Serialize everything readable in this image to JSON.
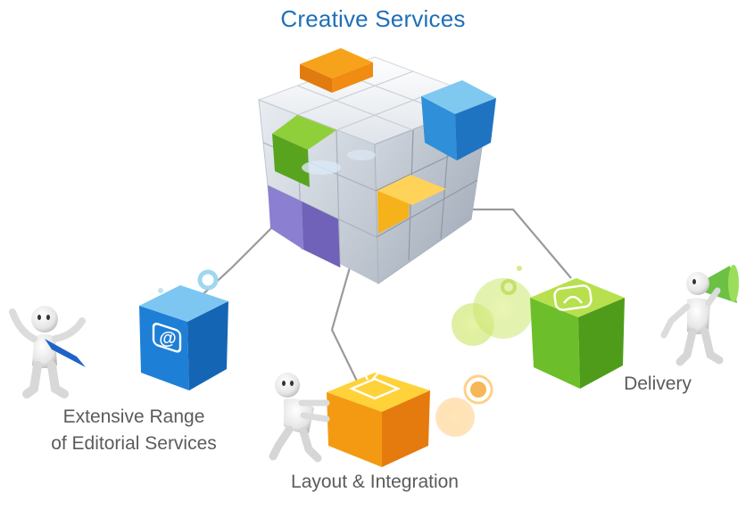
{
  "title": "Creative Services",
  "nodes": [
    {
      "id": "editorial",
      "lines": [
        "Extensive Range",
        "of Editorial Services"
      ],
      "icon": "at-sign-icon",
      "color": "#1e7fd6"
    },
    {
      "id": "layout",
      "lines": [
        "Layout & Integration"
      ],
      "icon": "tv-icon",
      "color": "#f39a12"
    },
    {
      "id": "delivery",
      "lines": [
        "Delivery"
      ],
      "icon": "phone-icon",
      "color": "#6cbf2a"
    }
  ],
  "colors": {
    "title": "#1f6fb8",
    "label": "#5b5b5b",
    "connector": "#9a9a9a"
  }
}
